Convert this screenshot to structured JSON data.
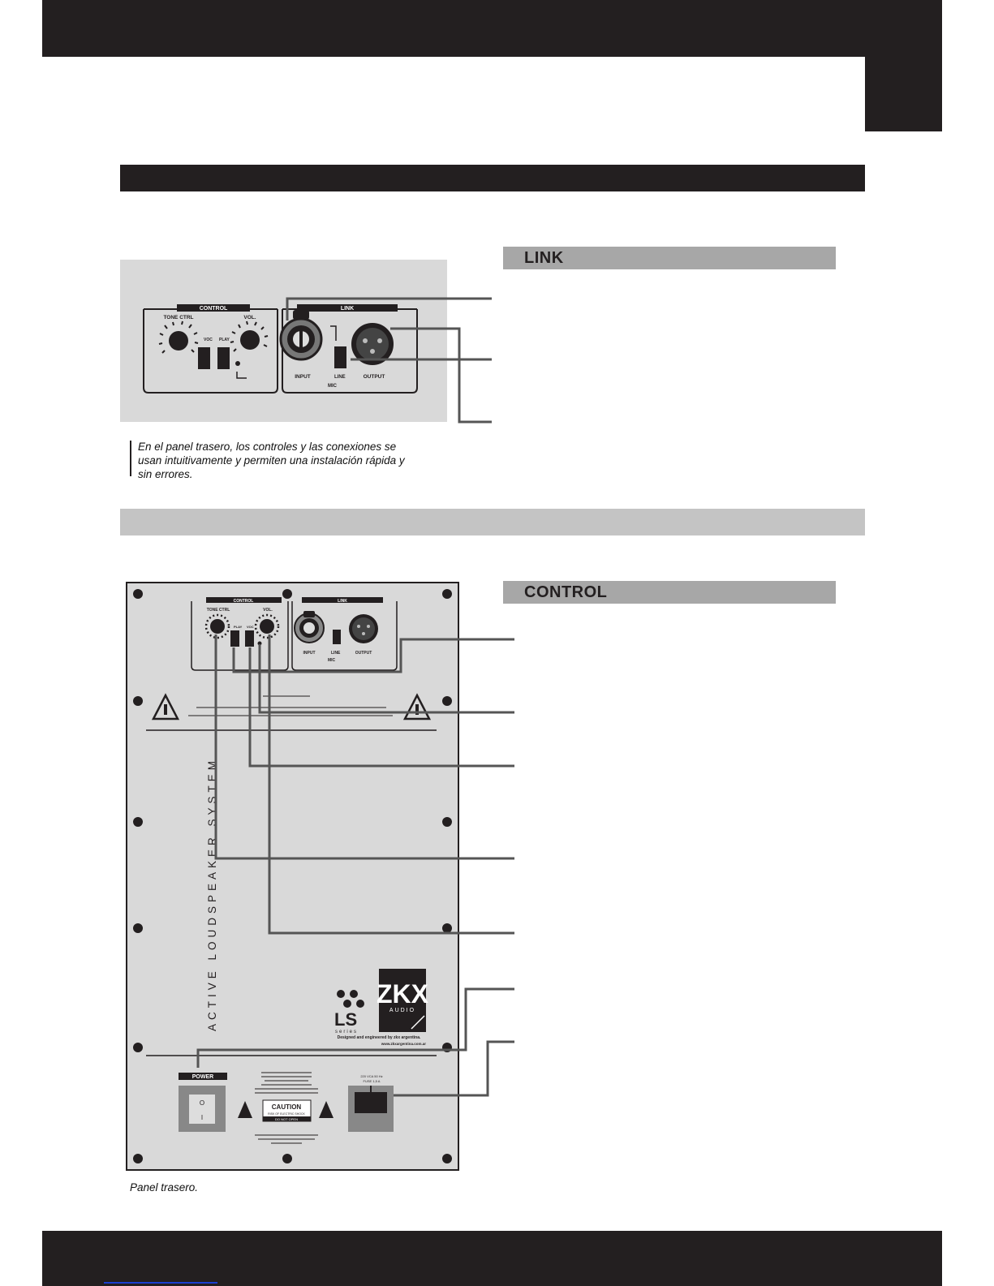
{
  "sections": {
    "link": {
      "heading": "LINK"
    },
    "control": {
      "heading": "CONTROL"
    }
  },
  "captions": {
    "link_panel": "En el panel trasero, los controles y las conexiones se usan intuitivamente y permiten una instalación rápida y sin errores.",
    "rear_panel": "Panel trasero."
  },
  "panel_labels": {
    "control": "CONTROL",
    "link": "LINK",
    "tone_ctrl": "TONE CTRL",
    "vol": "VOL.",
    "voc": "VOC",
    "play": "PLAY",
    "input": "INPUT",
    "output": "OUTPUT",
    "line": "LINE",
    "mic": "MIC",
    "power": "POWER",
    "vertical_text": "ACTIVE LOUDSPEAKER SYSTEM",
    "brand": "ZKX",
    "brand_sub": "AUDIO",
    "series": "LS",
    "series_sub": "series",
    "designed": "Designed and engineered by zkx argentina.",
    "website": "www.zkxargentina.com.ar",
    "caution": "CAUTION",
    "caution_sub": "RISK OF ELECTRIC SHOCK",
    "do_not_open": "DO NOT OPEN",
    "voltage": "220 VCA 50 Hz",
    "fuse": "FUSE 1,5 A",
    "switch_on": "I",
    "switch_off": "O"
  },
  "colors": {
    "dark": "#231f20",
    "panel_gray": "#d9d9d9",
    "heading_gray": "#a7a7a7"
  }
}
